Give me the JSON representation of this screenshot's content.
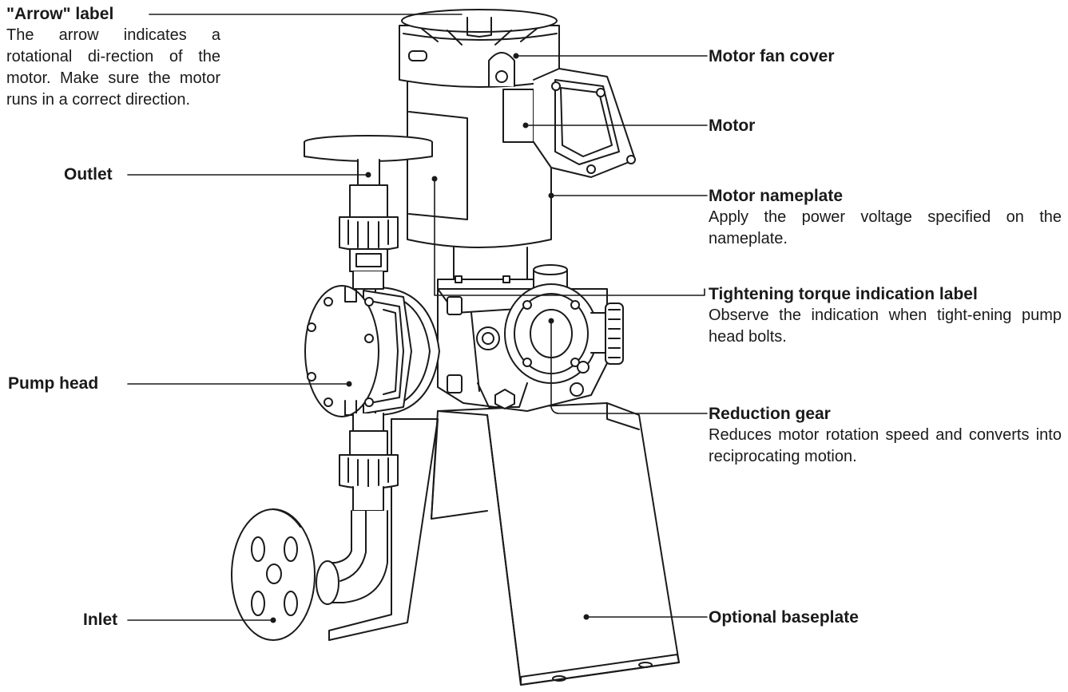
{
  "callouts": {
    "arrow_label": {
      "title": "\"Arrow\" label",
      "description": "The arrow indicates a rotational di-rection of the motor. Make sure the motor runs in a correct direction."
    },
    "outlet": {
      "title": "Outlet"
    },
    "pump_head": {
      "title": "Pump head"
    },
    "inlet": {
      "title": "Inlet"
    },
    "motor_fan_cover": {
      "title": "Motor fan cover"
    },
    "motor": {
      "title": "Motor"
    },
    "motor_nameplate": {
      "title": "Motor nameplate",
      "description": "Apply the power voltage specified on the nameplate."
    },
    "tightening_torque_label": {
      "title": "Tightening torque indication label",
      "description": "Observe the indication when tight-ening pump head bolts."
    },
    "reduction_gear": {
      "title": "Reduction gear",
      "description": "Reduces motor rotation speed and converts into reciprocating motion."
    },
    "optional_baseplate": {
      "title": "Optional baseplate"
    }
  }
}
